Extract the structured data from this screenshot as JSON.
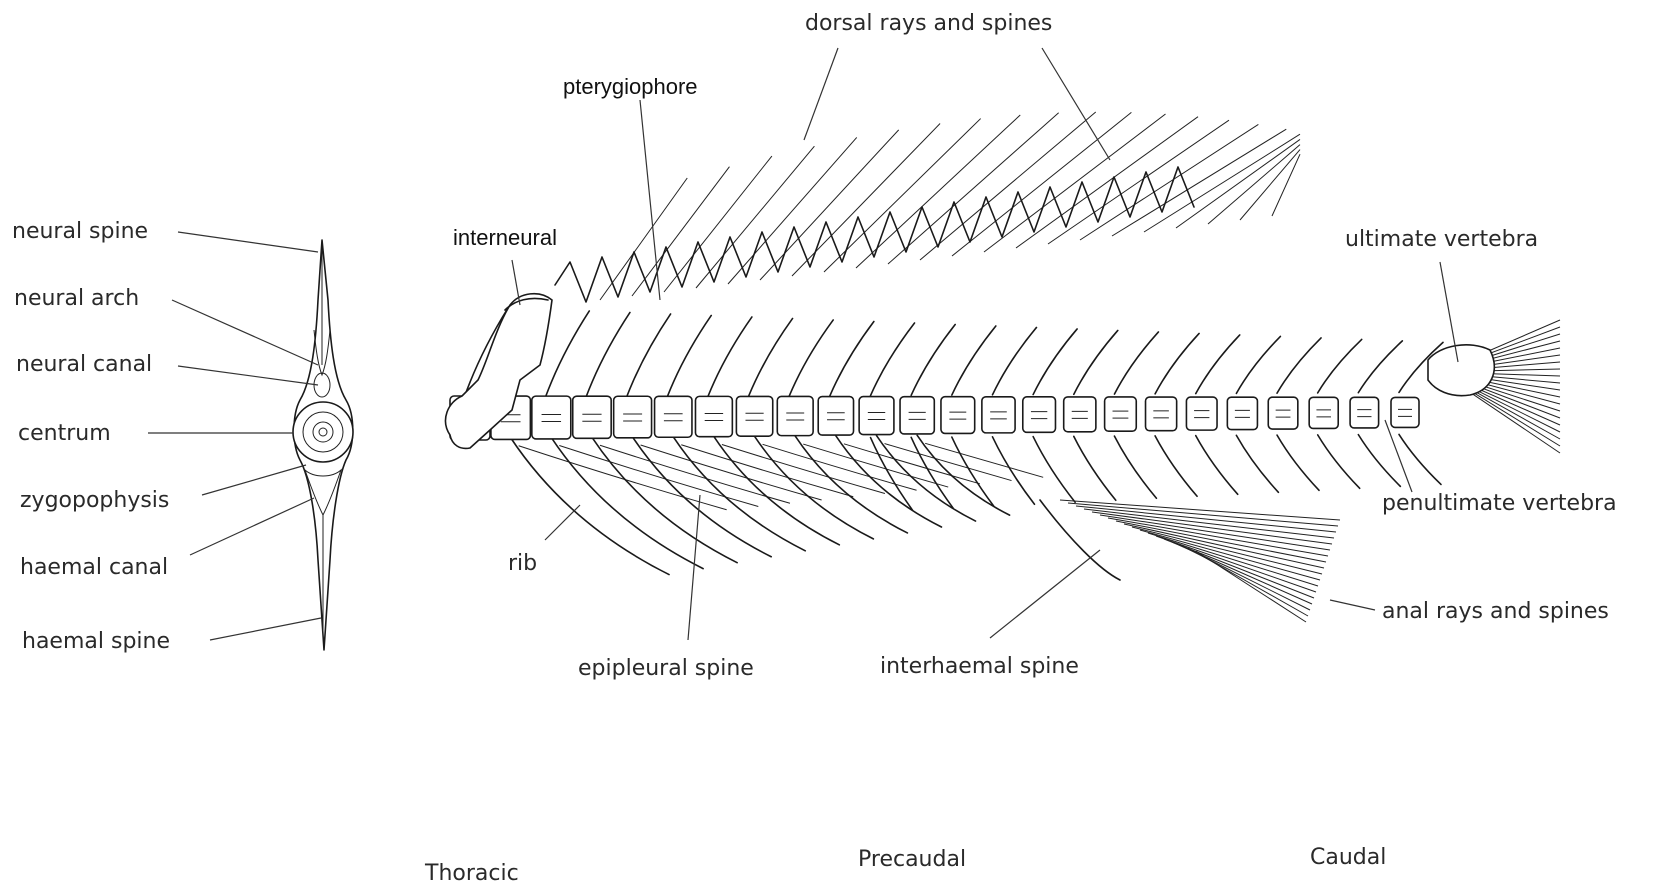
{
  "vertebra_labels": {
    "neural_spine": "neural spine",
    "neural_arch": "neural arch",
    "neural_canal": "neural canal",
    "centrum": "centrum",
    "zygopophysis": "zygopophysis",
    "haemal_canal": "haemal canal",
    "haemal_spine": "haemal spine"
  },
  "skeleton_labels": {
    "dorsal_rays": "dorsal rays and spines",
    "pterygiophore": "pterygiophore",
    "interneural": "interneural",
    "ultimate_vertebra": "ultimate vertebra",
    "penultimate_vertebra": "penultimate vertebra",
    "rib": "rib",
    "epipleural_spine": "epipleural spine",
    "interhaemal_spine": "interhaemal spine",
    "anal_rays": "anal rays and spines"
  },
  "sections": {
    "thoracic": "Thoracic",
    "precaudal": "Precaudal",
    "caudal": "Caudal"
  }
}
